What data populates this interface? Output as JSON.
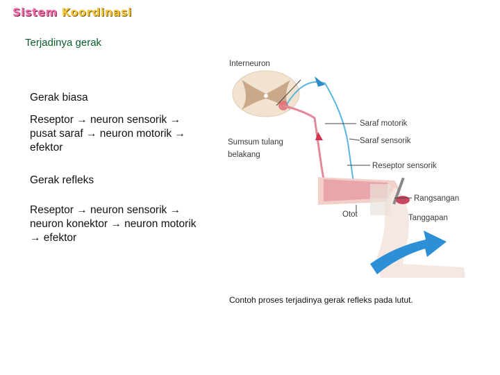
{
  "logo": {
    "word1": "Sistem",
    "word2": "Koordinasi"
  },
  "title": "Terjadinya gerak",
  "content": {
    "heading1": "Gerak biasa",
    "text1": "Reseptor → neuron sensorik → pusat saraf → neuron motorik → efektor",
    "heading2": "Gerak refleks",
    "text2": "Reseptor → neuron sensorik → neuron konektor → neuron motorik → efektor"
  },
  "figure": {
    "labels": {
      "interneuron": "Interneuron",
      "saraf_motorik": "Saraf motorik",
      "saraf_sensorik": "Saraf sensorik",
      "sumsum_line1": "Sumsum tulang",
      "sumsum_line2": "belakang",
      "reseptor_sensorik": "Reseptor sensorik",
      "rangsangan": "Rangsangan",
      "otot": "Otot",
      "tanggapan": "Tanggapan"
    },
    "caption": "Contoh proses terjadinya gerak refleks pada lutut."
  },
  "colors": {
    "title": "#0a5c2a",
    "sensory_nerve": "#58b4e0",
    "motor_nerve": "#e08a9a",
    "response_arrow": "#2d8fd6"
  }
}
